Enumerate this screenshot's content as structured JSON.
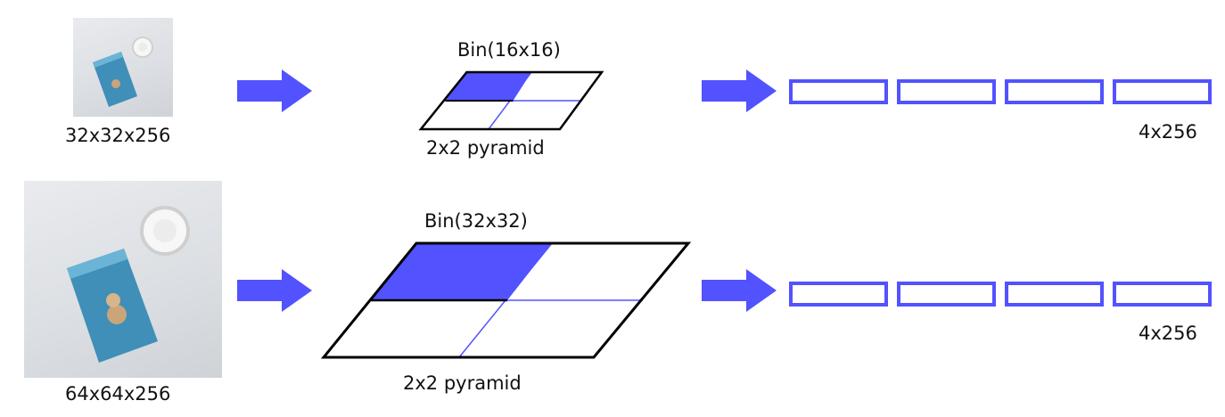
{
  "colors": {
    "accent": "#5252ff",
    "outline": "#000000"
  },
  "rows": [
    {
      "input_label": "32x32x256",
      "bin_label": "Bin(16x16)",
      "pyramid_label": "2x2 pyramid",
      "output_label": "4x256"
    },
    {
      "input_label": "64x64x256",
      "bin_label": "Bin(32x32)",
      "pyramid_label": "2x2 pyramid",
      "output_label": "4x256"
    }
  ]
}
